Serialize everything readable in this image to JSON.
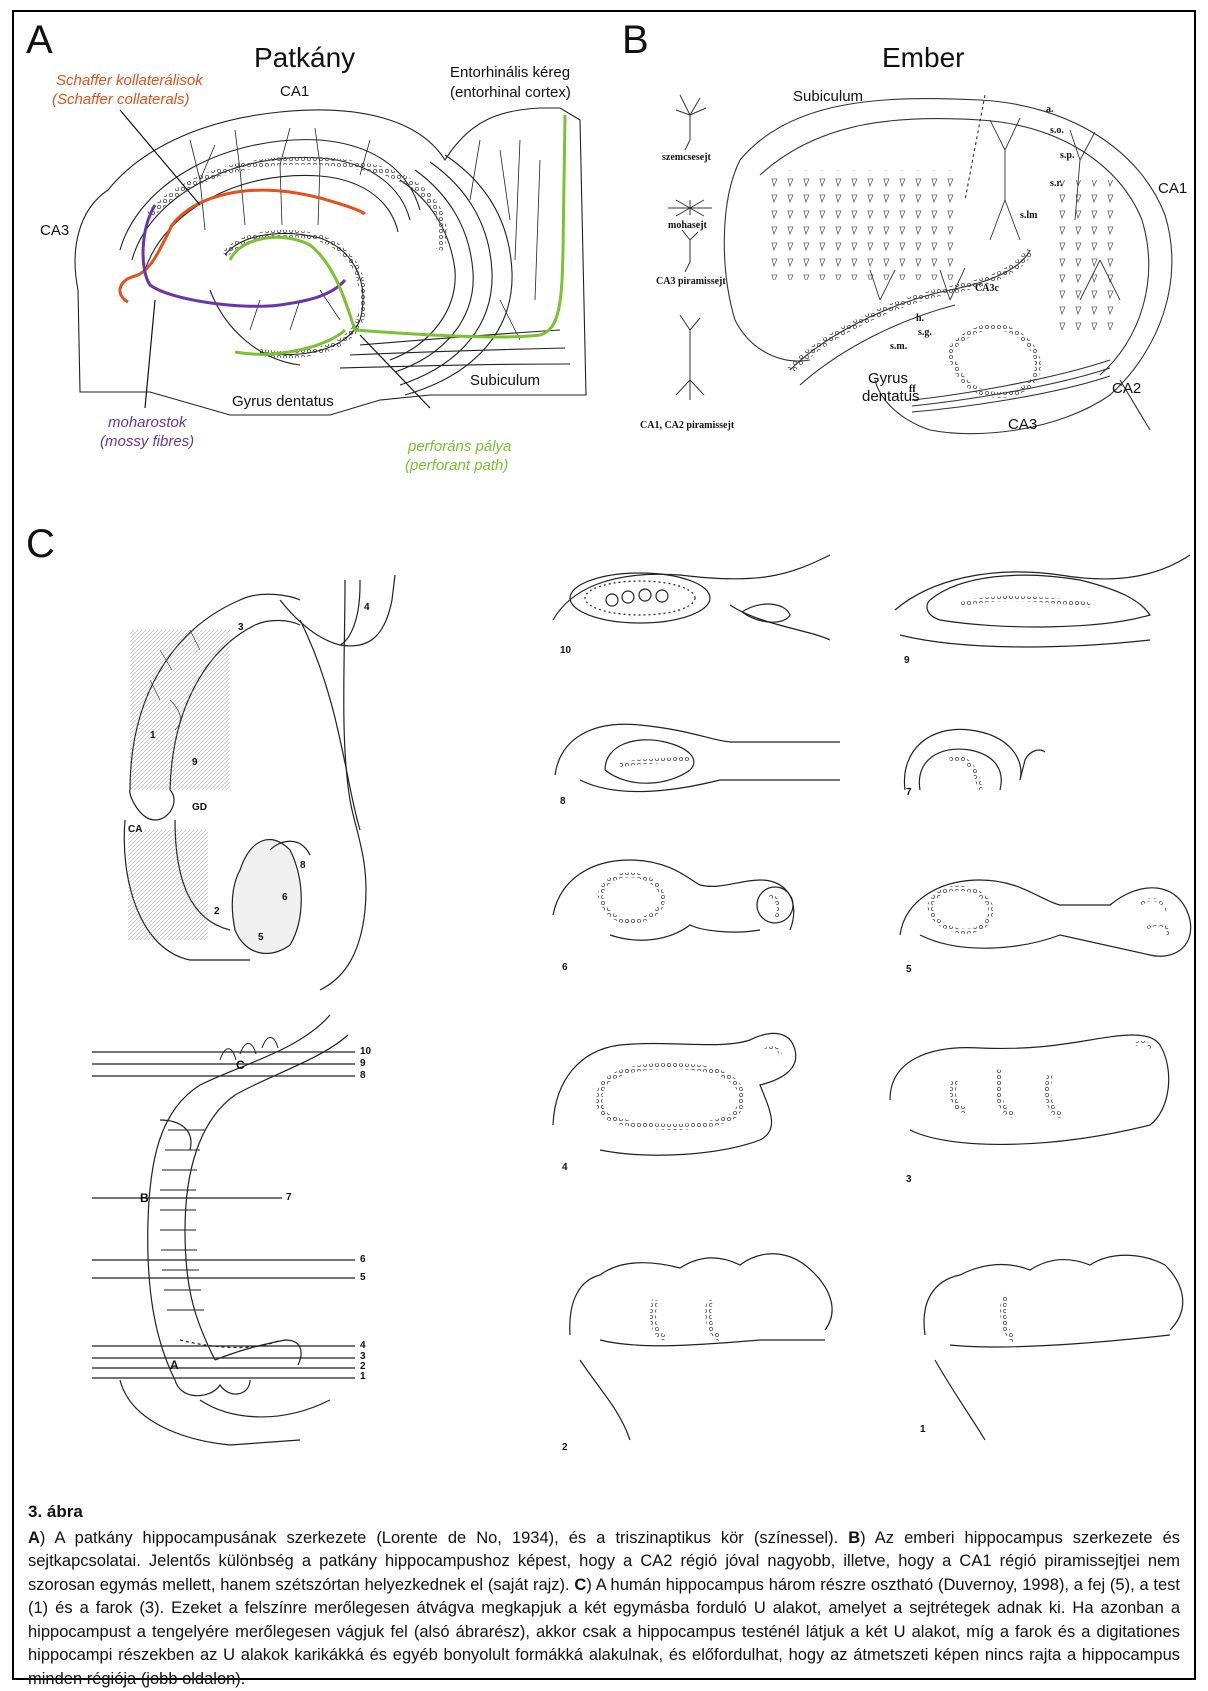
{
  "panelA": {
    "letter": "A",
    "title": "Patkány",
    "labels": {
      "schaffer_hu": "Schaffer kollaterálisok",
      "schaffer_en": "(Schaffer collaterals)",
      "ca1": "CA1",
      "entorhinal_hu": "Entorhinális kéreg",
      "entorhinal_en": "(entorhinal cortex)",
      "ca3": "CA3",
      "subiculum": "Subiculum",
      "gyrus": "Gyrus dentatus",
      "mossy_hu": "moharostok",
      "mossy_en": "(mossy fibres)",
      "perforant_hu": "perforáns pálya",
      "perforant_en": "(perforant path)"
    }
  },
  "panelB": {
    "letter": "B",
    "title": "Ember",
    "labels": {
      "subiculum": "Subiculum",
      "ca1": "CA1",
      "ca2": "CA2",
      "ca3": "CA3",
      "ca3c": "CA3c",
      "gyrus1": "Gyrus",
      "gyrus2": "dentatus",
      "a": "a.",
      "so": "s.o.",
      "sp": "s.p.",
      "sr": "s.r.",
      "slm": "s.lm",
      "h": "h.",
      "sg": "s.g.",
      "sm": "s.m.",
      "ff": "ff",
      "cell1": "szemcsesejt",
      "cell2": "mohasejt",
      "cell3": "CA3 piramissejt",
      "cell4": "CA1, CA2 piramissejt"
    }
  },
  "panelC": {
    "letter": "C",
    "upper_labels": [
      "1",
      "9",
      "GD",
      "CA",
      "3",
      "4",
      "2",
      "5",
      "6",
      "8"
    ],
    "lower_letters": [
      "C",
      "B",
      "A"
    ],
    "level_numbers": [
      "10",
      "9",
      "8",
      "7",
      "6",
      "5",
      "4",
      "3",
      "2",
      "1"
    ],
    "section_numbers": [
      "10",
      "9",
      "8",
      "7",
      "6",
      "5",
      "4",
      "3",
      "2",
      "1"
    ]
  },
  "caption": {
    "title": "3. ábra",
    "a_letter": "A",
    "a_text": ") A patkány hippocampusának szerkezete (Lorente de No, 1934), és a triszinaptikus kör (színessel). ",
    "b_letter": "B",
    "b_text": ") Az emberi hippocampus szerkezete és sejtkapcsolatai. Jelentős különbség a patkány hippocampushoz képest, hogy a CA2 régió jóval nagyobb, illetve, hogy a CA1 régió piramissejtjei nem szorosan egymás mellett, hanem szétszórtan helyezkednek el (saját rajz). ",
    "c_letter": "C",
    "c_text": ") A humán hippocampus három részre osztható (Duvernoy, 1998), a fej (5), a test (1) és a farok (3). Ezeket a felszínre merőlegesen átvágva megkapjuk a két egymásba forduló U alakot, amelyet a sejtrétegek adnak ki. Ha azonban a hippocampust a tengelyére merőlegesen vágjuk fel (alsó ábrarész), akkor csak a hippocampus testénél látjuk a két U alakot, míg a farok és a digitationes hippocampi részekben az U alakok karikákká és egyéb bonyolult formákká alakulnak, és előfordulhat, hogy az átmetszeti képen nincs rajta a hippocampus minden régiója (jobb oldalon)."
  },
  "colors": {
    "schaffer": "#e8501a",
    "mossy": "#6a35a8",
    "perforant": "#7ac231",
    "ink": "#222222"
  }
}
